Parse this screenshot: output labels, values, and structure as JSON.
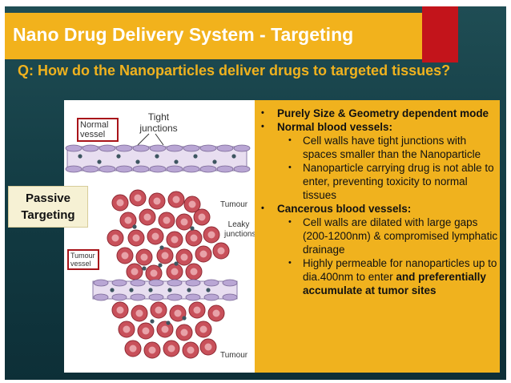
{
  "title": "Nano Drug Delivery System - Targeting",
  "question": "Q: How do the Nanoparticles deliver drugs to targeted tissues?",
  "diagram": {
    "normal_vessel_label": "Normal vessel",
    "tight_junctions_label": "Tight junctions",
    "tumour_label_top": "Tumour",
    "leaky_junctions_label": "Leaky junctions",
    "tumour_vessel_label": "Tumour vessel",
    "tumour_label_bottom": "Tumour"
  },
  "passive_targeting": {
    "line1": "Passive",
    "line2": "Targeting"
  },
  "bullets": {
    "b1": "Purely Size & Geometry dependent mode",
    "b2": "Normal blood vessels:",
    "b2_1": "Cell walls have tight junctions with spaces smaller than the Nanoparticle",
    "b2_2": "Nanoparticle carrying drug is not able to enter, preventing toxicity to normal tissues",
    "b3": "Cancerous blood vessels:",
    "b3_1": "Cell walls are dilated with large gaps (200-1200nm) & compromised lymphatic drainage",
    "b3_2_a": "Highly permeable for nanoparticles up to dia.400nm to enter ",
    "b3_2_b": "and preferentially accumulate at tumor sites"
  },
  "colors": {
    "title_bar": "#f2b21c",
    "accent_red": "#c3141b",
    "background": "#1a444c",
    "panel": "#f0b21e",
    "question_text": "#f0b21e"
  }
}
